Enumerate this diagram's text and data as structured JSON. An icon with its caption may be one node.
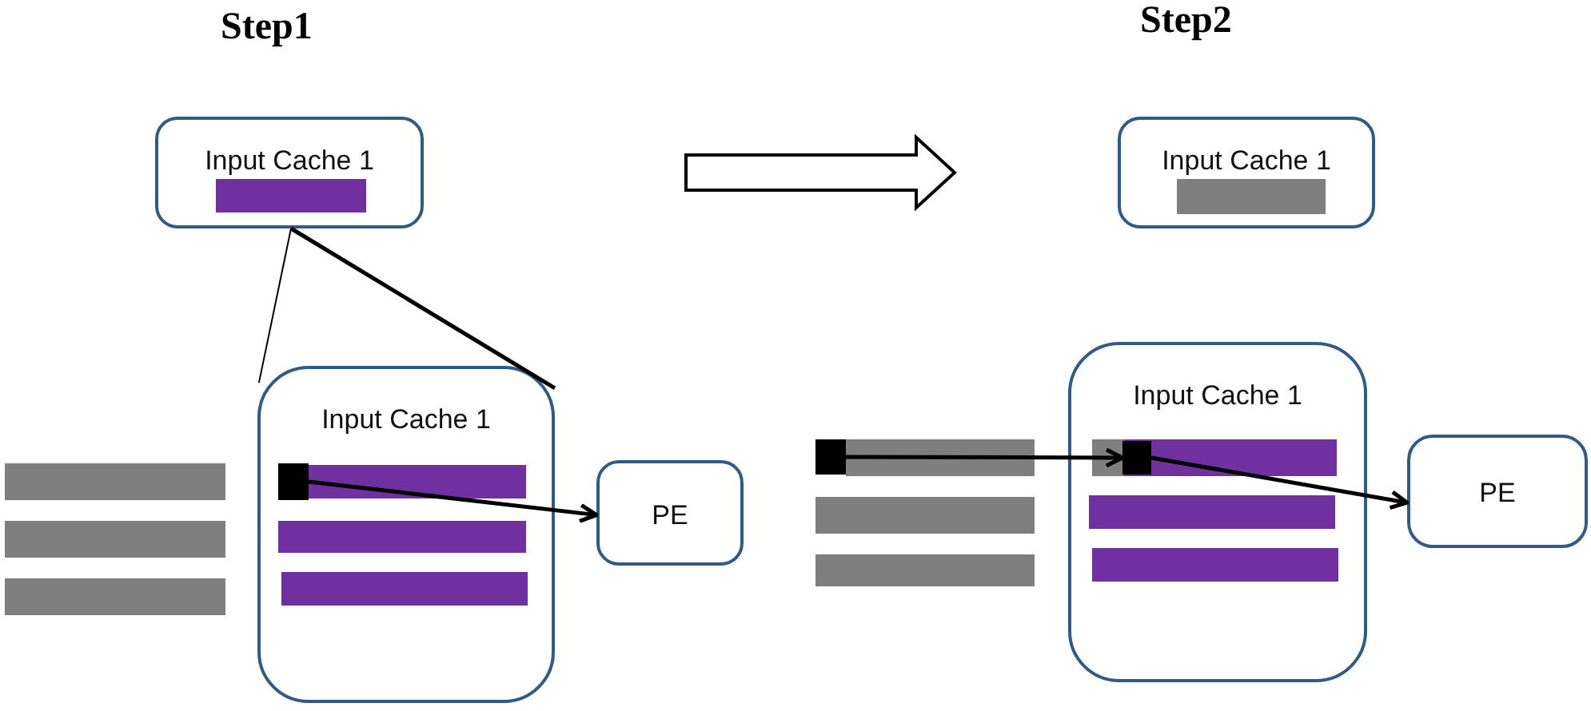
{
  "diagram": {
    "nodes": [
      {
        "text": [
          "Input Cache 1"
        ]
      },
      {
        "text": [
          "Input Cache 1"
        ]
      },
      {
        "text": [],
        "shape": "box",
        "in": 1
      },
      {
        "text": [
          "PE"
        ]
      },
      {
        "text": [
          "Input Cache 1"
        ]
      },
      {
        "text": [
          "Input Cache 1"
        ]
      },
      {
        "text": [],
        "shape": "box"
      },
      {
        "text": [],
        "shape": "box",
        "in": 5
      },
      {
        "text": [
          "PE"
        ]
      }
    ],
    "edges": [
      {
        "from": 0,
        "to": 1,
        "arrow": "none"
      },
      {
        "from": 0,
        "to": 1,
        "arrow": "none"
      },
      {
        "from": 2,
        "to": 3,
        "arrow": "to"
      },
      {
        "from": 6,
        "to": 7,
        "arrow": "to"
      },
      {
        "from": 7,
        "to": 8,
        "arrow": "to"
      }
    ],
    "labels": [
      "Step1",
      "Step2"
    ]
  }
}
